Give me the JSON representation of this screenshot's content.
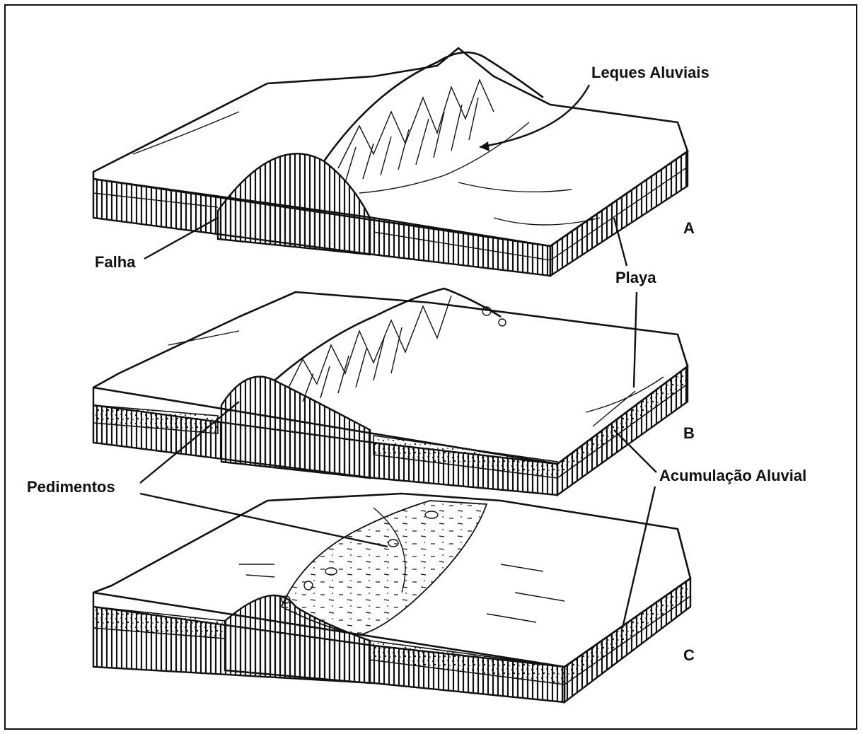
{
  "labels": {
    "leques_aluviais": "Leques Aluviais",
    "falha": "Falha",
    "playa": "Playa",
    "pedimentos": "Pedimentos",
    "acumulacao_aluvial": "Acumulação Aluvial"
  },
  "blocks": [
    {
      "id": "A",
      "letter": "A"
    },
    {
      "id": "B",
      "letter": "B"
    },
    {
      "id": "C",
      "letter": "C"
    }
  ],
  "colors": {
    "ink": "#111111",
    "paper": "#ffffff"
  }
}
